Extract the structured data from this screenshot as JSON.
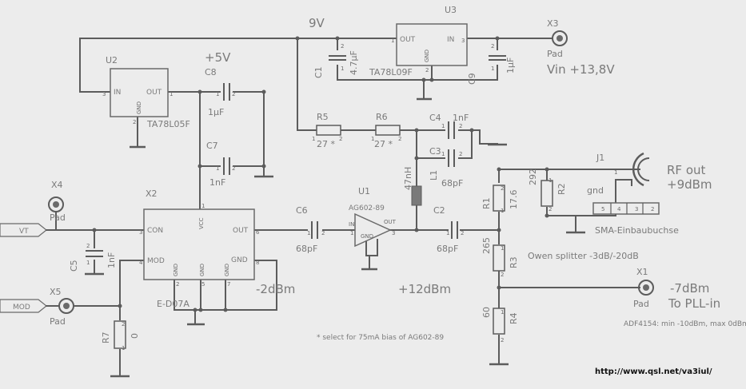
{
  "labels": {
    "rail_9v": "9V",
    "rail_5v": "+5V",
    "vin": "Vin +13,8V",
    "rf_out": "RF out",
    "rf_out_level": "+9dBm",
    "to_pll": "-7dBm",
    "to_pll_label": "To PLL-in",
    "level_mid": "-2dBm",
    "level_amp": "+12dBm",
    "splitter": "Owen splitter -3dB/-20dB",
    "adf": "ADF4154: min -10dBm, max 0dBm",
    "note": "* select for 75mA bias of AG602-89",
    "url": "http://www.qsl.net/va3iul/",
    "sma": "SMA-Einbaubuchse",
    "gnd_text": "gnd"
  },
  "parts": {
    "U2": {
      "ref": "U2",
      "value": "TA78L05F",
      "pin_in": "IN",
      "pin_out": "OUT",
      "pin_gnd": "GND"
    },
    "U3": {
      "ref": "U3",
      "value": "TA78L09F",
      "pin_in": "IN",
      "pin_out": "OUT",
      "pin_gnd": "GND"
    },
    "U1": {
      "ref": "U1",
      "value": "AG602-89",
      "pin_in": "IN",
      "pin_out": "OUT",
      "pin_gnd": "GND"
    },
    "X2": {
      "ref": "X2",
      "value": "E-D07A",
      "pin_con": "CON",
      "pin_mod": "MOD",
      "pin_vcc": "VCC",
      "pin_out": "OUT",
      "pin_gnd": "GND"
    },
    "C1": {
      "ref": "C1",
      "value": "4.7µF"
    },
    "C9": {
      "ref": "C9",
      "value": "1µF"
    },
    "C8": {
      "ref": "C8",
      "value": "1µF"
    },
    "C7": {
      "ref": "C7",
      "value": "1nF"
    },
    "C4": {
      "ref": "C4",
      "value": "1nF"
    },
    "C3": {
      "ref": "C3",
      "value": "68pF"
    },
    "C6": {
      "ref": "C6",
      "value": "68pF"
    },
    "C2": {
      "ref": "C2",
      "value": "68pF"
    },
    "C5": {
      "ref": "C5",
      "value": "1nF"
    },
    "R5": {
      "ref": "R5",
      "value": "27 *"
    },
    "R6": {
      "ref": "R6",
      "value": "27 *"
    },
    "R1": {
      "ref": "R1",
      "value": "17.6"
    },
    "R2": {
      "ref": "R2",
      "value": "292"
    },
    "R3": {
      "ref": "R3",
      "value": "265"
    },
    "R4": {
      "ref": "R4",
      "value": "60"
    },
    "R7": {
      "ref": "R7",
      "value": "0"
    },
    "L1": {
      "ref": "L1",
      "value": "47nH"
    },
    "J1": {
      "ref": "J1"
    },
    "X1": {
      "ref": "X1",
      "value": "Pad"
    },
    "X3": {
      "ref": "X3",
      "value": "Pad"
    },
    "X4": {
      "ref": "X4",
      "value": "Pad"
    },
    "X5": {
      "ref": "X5",
      "value": "Pad"
    }
  },
  "ports": {
    "vt": "VT",
    "mod": "MOD"
  },
  "pin_numbers": [
    "1",
    "2",
    "3",
    "4",
    "5",
    "6",
    "7",
    "8"
  ]
}
